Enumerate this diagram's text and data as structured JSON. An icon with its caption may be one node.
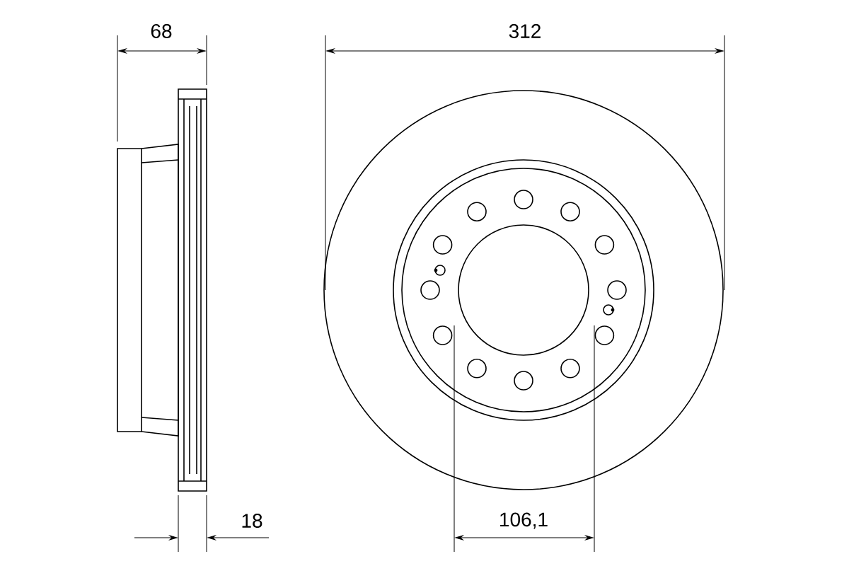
{
  "diagram": {
    "labels": [
      "68",
      "312",
      "18",
      "106,1"
    ]
  }
}
